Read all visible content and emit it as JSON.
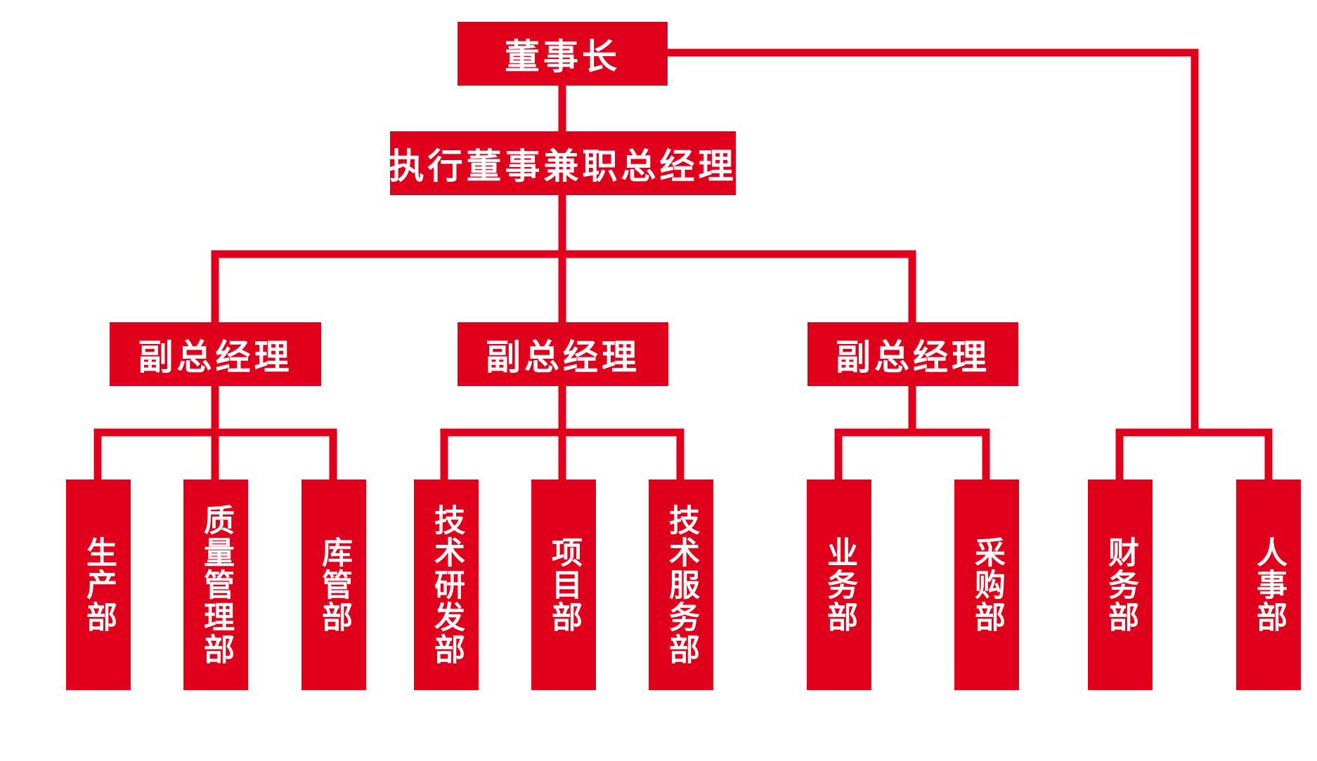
{
  "colors": {
    "accent": "#e0001b",
    "text": "#ffffff",
    "background": "#ffffff"
  },
  "org_chart": {
    "chairman": "董事长",
    "executive_director_gm": "执行董事兼职总经理",
    "deputy_gm_1": "副总经理",
    "deputy_gm_2": "副总经理",
    "deputy_gm_3": "副总经理",
    "departments": {
      "production": "生产部",
      "quality_management": "质量管理部",
      "warehouse": "库管部",
      "technology_rd": "技术研发部",
      "project": "项目部",
      "technical_service": "技术服务部",
      "business": "业务部",
      "procurement": "采购部",
      "finance": "财务部",
      "human_resources": "人事部"
    }
  }
}
